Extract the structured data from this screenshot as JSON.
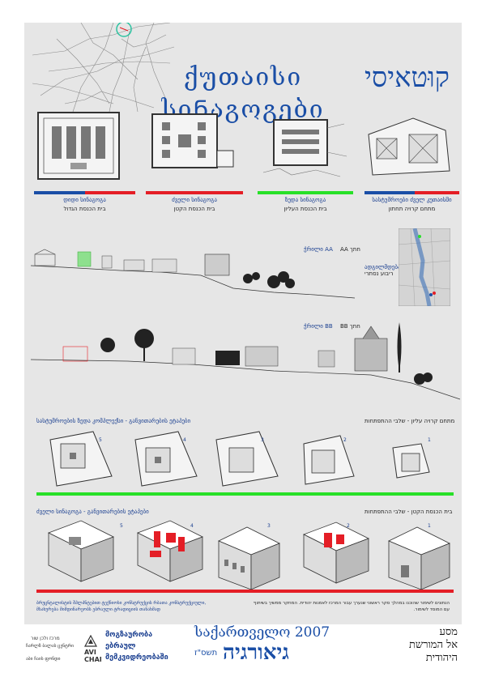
{
  "poster": {
    "title_geo": "ქუთაისი სიᲜაგოგები",
    "title_heb": "קוּטאיסי",
    "colors": {
      "blue": "#1a4ea6",
      "red": "#e41e26",
      "green": "#28e028",
      "background": "#e6e6e6"
    },
    "plans": [
      {
        "caption_geo": "დიდი სინაგოგა",
        "caption_heb": "בית הכנסת הגדול",
        "bar": [
          "#1a4ea6",
          "#e41e26"
        ]
      },
      {
        "caption_geo": "ძველი სინაგოგა",
        "caption_heb": "בית הכנסת הקטן",
        "bar": [
          "#e41e26"
        ]
      },
      {
        "caption_geo": "ზედა სინაგოგა",
        "caption_heb": "בית הכנסת העליון",
        "bar": [
          "#28e028"
        ]
      },
      {
        "caption_geo": "სასტუმროები ძველ კუთაისში",
        "caption_heb": "מתחם קרויה תחתון",
        "bar": [
          "#1a4ea6",
          "#e41e26"
        ]
      }
    ],
    "section_aa": {
      "label_geo": "ჭრილი AA",
      "label_heb": "חתך AA"
    },
    "section_bb": {
      "label_geo": "ჭრილი BB",
      "label_heb": "חתך BB"
    },
    "location": {
      "label_geo": "ადგილმდებარეობა",
      "label_heb": "ריבוע נסתרי"
    },
    "upper_stages": {
      "label_geo": "სასტუმროების ზედა კომპლექსი - განვითარების ეტაპები",
      "label_heb": "מתחם קרויה עליון - שלבי ההתפתחות",
      "numbers": [
        "5",
        "4",
        "3",
        "2",
        "1"
      ]
    },
    "old_stages": {
      "label_geo": "ძველი სინაგოგა - განვითარების ეტაპები",
      "label_heb": "בית הכנסת הקטן - שלבי ההתפתחות",
      "numbers": [
        "5",
        "4",
        "3",
        "2",
        "1"
      ]
    },
    "note_geo": "ბრუცნტალისტის შპლპნტებით ტექნიოსი კონსტრუქცის რბათა კონსტრუქციული, მსახურება მიმდინარეობს ებრაული ტრადიციის თანახმად",
    "note_heb": "הנתונים לשימור שהוכנו במהלך סקר ראשוני שנערך עבור המרכז לאמנות יהודית. המחקר ממשיך בשיתוף עם המוסד לשימור."
  },
  "footer": {
    "org_geo_line1": "მოგზაურობა",
    "org_geo_line2": "ებრაულ",
    "org_geo_line3": "მემკვიდრეობაში",
    "logo_text_left": "מרכז ולכן שור",
    "logo_text_left2": "ჩარლზ ბალას ცენტრი",
    "logo_text_left3": "აბი ჩაის ფონდი",
    "avi_chai_line1": "AVI",
    "avi_chai_line2": "CHAI",
    "country_year": "საქართველო 2007",
    "country_heb": "גיאורגיה",
    "year_heb": "תשס\"ז",
    "journey_heb_line1": "מסע",
    "journey_heb_line2": "אל המורשת",
    "journey_heb_line3": "היהודית"
  }
}
